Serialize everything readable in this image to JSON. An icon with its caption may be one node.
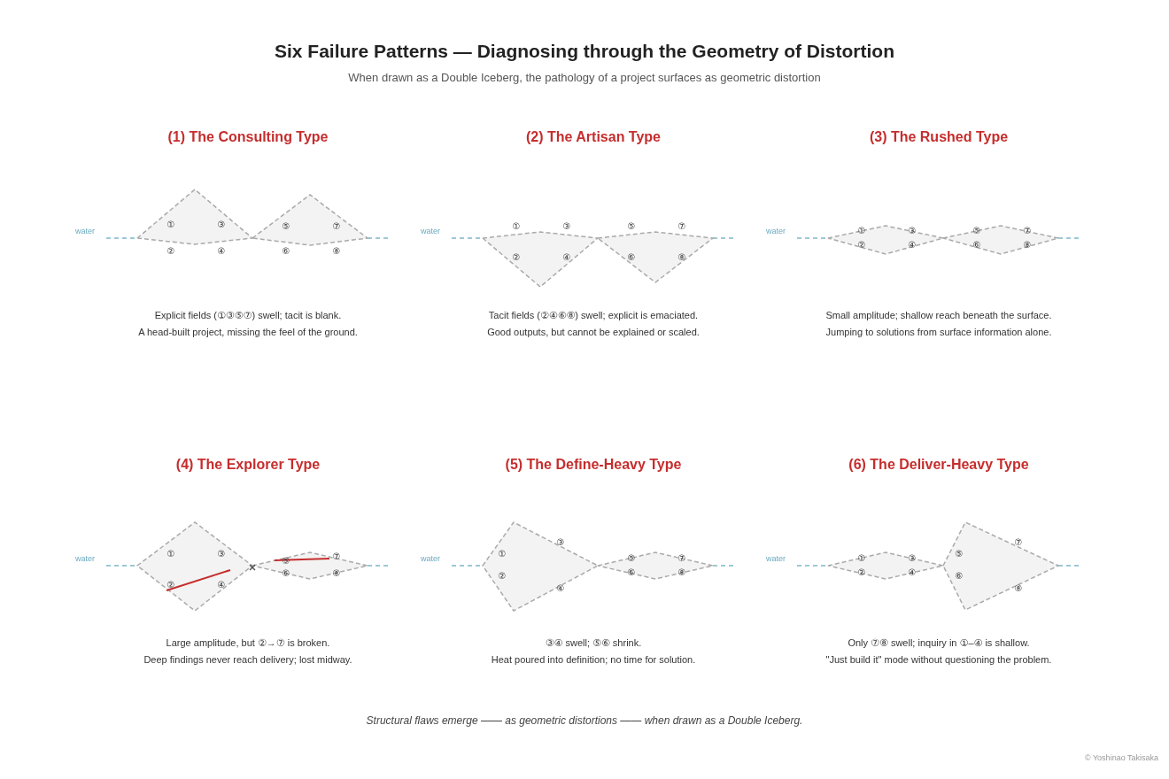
{
  "diagram": {
    "title": "Six Failure Patterns — Diagnosing through the Geometry of Distortion",
    "caption": "Structural flaws emerge —— as geometric distortions —— when drawn as a Double Iceberg.",
    "labels": [
      "When drawn as a Double Iceberg, the pathology of a project surfaces as geometric distortion",
      "(1) The Consulting Type",
      "water",
      "①",
      "②",
      "③",
      "④",
      "⑤",
      "⑥",
      "⑦",
      "⑧",
      "Explicit fields (①③⑤⑦) swell; tacit is blank.",
      "A head-built project, missing the feel of the ground.",
      "(2) The Artisan Type",
      "water",
      "①",
      "②",
      "③",
      "④",
      "⑤",
      "⑥",
      "⑦",
      "⑧",
      "Tacit fields (②④⑥⑧) swell; explicit is emaciated.",
      "Good outputs, but cannot be explained or scaled.",
      "(3) The Rushed Type",
      "water",
      "①",
      "②",
      "③",
      "④",
      "⑤",
      "⑥",
      "⑦",
      "⑧",
      "Small amplitude; shallow reach beneath the surface.",
      "Jumping to solutions from surface information alone.",
      "(4) The Explorer Type",
      "water",
      "①",
      "②",
      "③",
      "④",
      "⑤",
      "⑥",
      "⑦",
      "⑧",
      "Large amplitude, but ②→⑦ is broken.",
      "Deep findings never reach delivery; lost midway.",
      "(5) The Define-Heavy Type",
      "water",
      "①",
      "②",
      "③",
      "④",
      "⑤",
      "⑥",
      "⑦",
      "⑧",
      "③④ swell; ⑤⑥ shrink.",
      "Heat poured into definition; no time for solution.",
      "(6) The Deliver-Heavy Type",
      "water",
      "①",
      "②",
      "③",
      "④",
      "⑤",
      "⑥",
      "⑦",
      "⑧",
      "Only ⑦⑧ swell; inquiry in ①–④ is shallow.",
      "\"Just build it\" mode without questioning the problem.",
      "© Yoshinao Takisaka"
    ]
  }
}
